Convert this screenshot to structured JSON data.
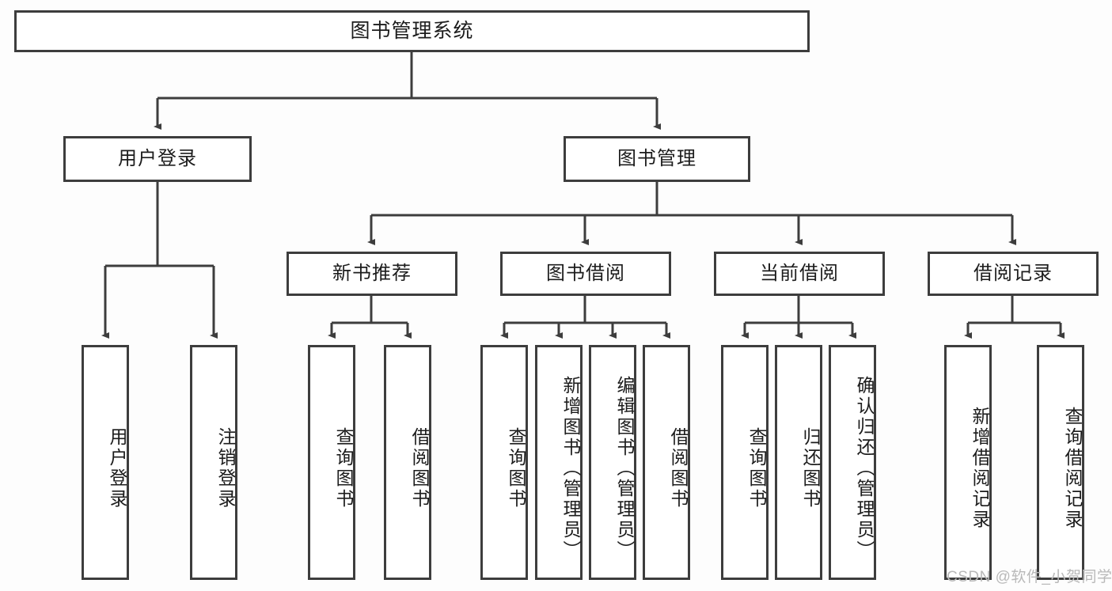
{
  "diagram": {
    "title": "图书管理系统",
    "type": "hierarchy-tree",
    "colors": {
      "line": "#3d3d3d",
      "box_border": "#3d3d3d",
      "box_fill": "#ffffff",
      "background": "#fdfdfd",
      "watermark": "#b9b9b9"
    },
    "root": {
      "label": "图书管理系统"
    },
    "level2": [
      {
        "label": "用户登录"
      },
      {
        "label": "图书管理"
      }
    ],
    "level3": [
      {
        "label": "新书推荐"
      },
      {
        "label": "图书借阅"
      },
      {
        "label": "当前借阅"
      },
      {
        "label": "借阅记录"
      }
    ],
    "leaves": {
      "user_login": [
        {
          "label": "用户登录"
        },
        {
          "label": "注销登录"
        }
      ],
      "new_book_recommend": [
        {
          "label": "查询图书"
        },
        {
          "label": "借阅图书"
        }
      ],
      "book_borrow": [
        {
          "label": "查询图书"
        },
        {
          "label": "新增图书（管理员）"
        },
        {
          "label": "编辑图书（管理员）"
        },
        {
          "label": "借阅图书"
        }
      ],
      "current_borrow": [
        {
          "label": "查询图书"
        },
        {
          "label": "归还图书"
        },
        {
          "label": "确认归还（管理员）"
        }
      ],
      "borrow_record": [
        {
          "label": "新增借阅记录"
        },
        {
          "label": "查询借阅记录"
        }
      ]
    }
  },
  "watermark": {
    "text": "CSDN @软件_小贺同学"
  }
}
